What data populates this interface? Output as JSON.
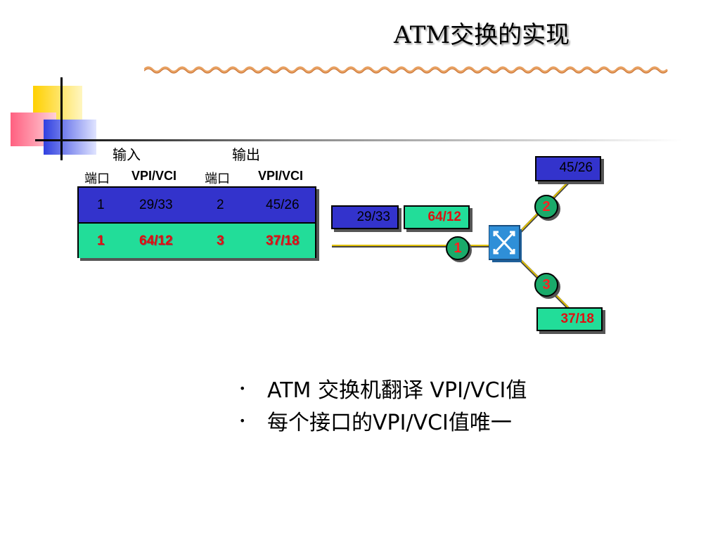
{
  "title": "ATM交换的实现",
  "headers": {
    "input": "输入",
    "output": "输出",
    "port_in": "端口",
    "vpivci_in": "VPI/VCI",
    "port_out": "端口",
    "vpivci_out": "VPI/VCI"
  },
  "table": {
    "rows": [
      {
        "in_port": "1",
        "in_vpivci": "29/33",
        "out_port": "2",
        "out_vpivci": "45/26"
      },
      {
        "in_port": "1",
        "in_vpivci": "64/12",
        "out_port": "3",
        "out_vpivci": "37/18"
      }
    ]
  },
  "diagram": {
    "incoming_cell_1": "29/33",
    "incoming_cell_2": "64/12",
    "port1": "1",
    "port2": "2",
    "port3": "3",
    "out_cell_top": "45/26",
    "out_cell_bottom": "37/18"
  },
  "bullets": [
    "ATM 交换机翻译 VPI/VCI值",
    "每个接口的VPI/VCI值唯一"
  ],
  "colors": {
    "blue": "#3333cc",
    "green": "#22dd99",
    "red_text": "#e01010",
    "line": "#d4b800"
  }
}
